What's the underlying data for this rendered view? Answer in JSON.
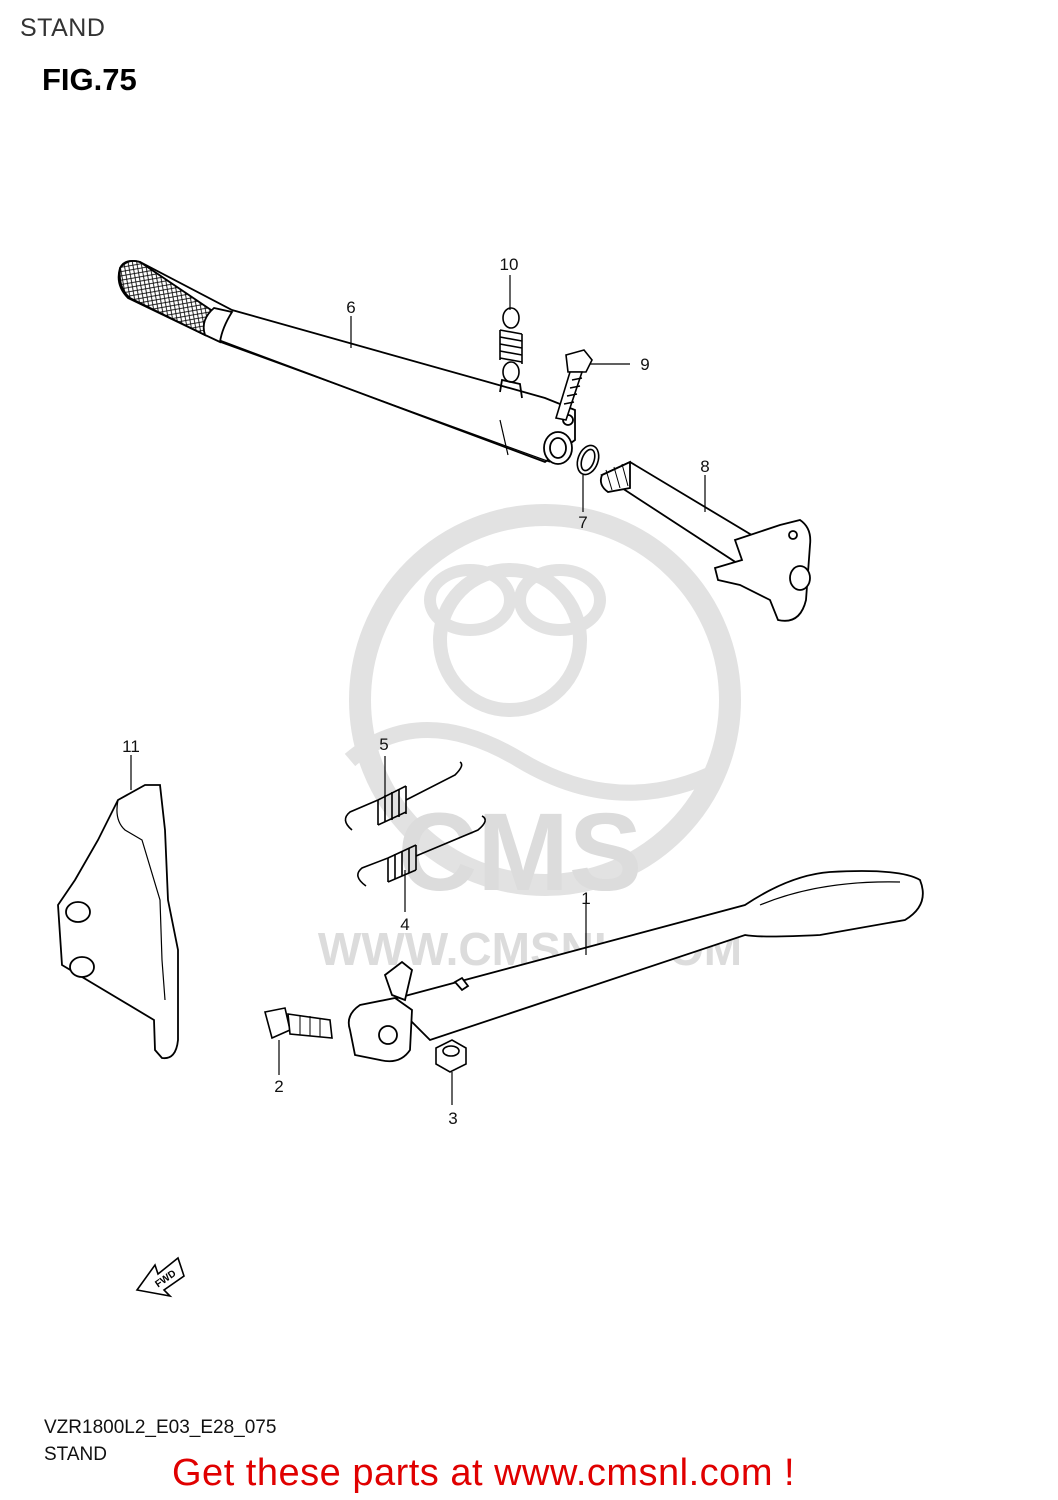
{
  "header": {
    "section_title": "STAND",
    "figure_title": "FIG.75"
  },
  "watermark": {
    "brand": "CMS",
    "url": "WWW.CMSNL.COM"
  },
  "direction_marker": "FWD",
  "callouts": [
    {
      "id": "1",
      "label": "1"
    },
    {
      "id": "2",
      "label": "2"
    },
    {
      "id": "3",
      "label": "3"
    },
    {
      "id": "4",
      "label": "4"
    },
    {
      "id": "5",
      "label": "5"
    },
    {
      "id": "6",
      "label": "6"
    },
    {
      "id": "7",
      "label": "7"
    },
    {
      "id": "8",
      "label": "8"
    },
    {
      "id": "9",
      "label": "9"
    },
    {
      "id": "10",
      "label": "10"
    },
    {
      "id": "11",
      "label": "11"
    }
  ],
  "footer": {
    "diagram_code": "VZR1800L2_E03_E28_075",
    "diagram_name": "STAND",
    "call_to_action": "Get these parts at www.cmsnl.com !"
  },
  "colors": {
    "cta": "#e00000",
    "watermark": "#dcdcdc",
    "line": "#000000"
  }
}
